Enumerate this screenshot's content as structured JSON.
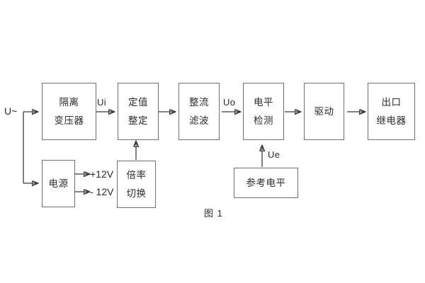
{
  "figure": {
    "caption": "图 1",
    "input_label": "U~",
    "background_color": "#ffffff",
    "box_border_color": "#6f6f6f",
    "wire_color": "#3a3a3a",
    "text_color": "#2b2b2b"
  },
  "blocks": [
    {
      "id": "isolation-transformer",
      "line1": "隔离",
      "line2": "变压器"
    },
    {
      "id": "setpoint-adjust",
      "line1": "定值",
      "line2": "整定"
    },
    {
      "id": "rectify-filter",
      "line1": "整流",
      "line2": "滤波"
    },
    {
      "id": "level-detect",
      "line1": "电平",
      "line2": "检测"
    },
    {
      "id": "driver",
      "line1": "驱动",
      "line2": ""
    },
    {
      "id": "output-relay",
      "line1": "出口",
      "line2": "继电器"
    },
    {
      "id": "power-supply",
      "line1": "电源",
      "line2": ""
    },
    {
      "id": "multiplier-switch",
      "line1": "倍率",
      "line2": "切换"
    },
    {
      "id": "reference-level",
      "line1": "参考电平",
      "line2": ""
    }
  ],
  "signals": {
    "ui": "Ui",
    "uo": "Uo",
    "ue": "Ue"
  },
  "rails": {
    "positive": "+12V",
    "negative": "- 12V"
  }
}
